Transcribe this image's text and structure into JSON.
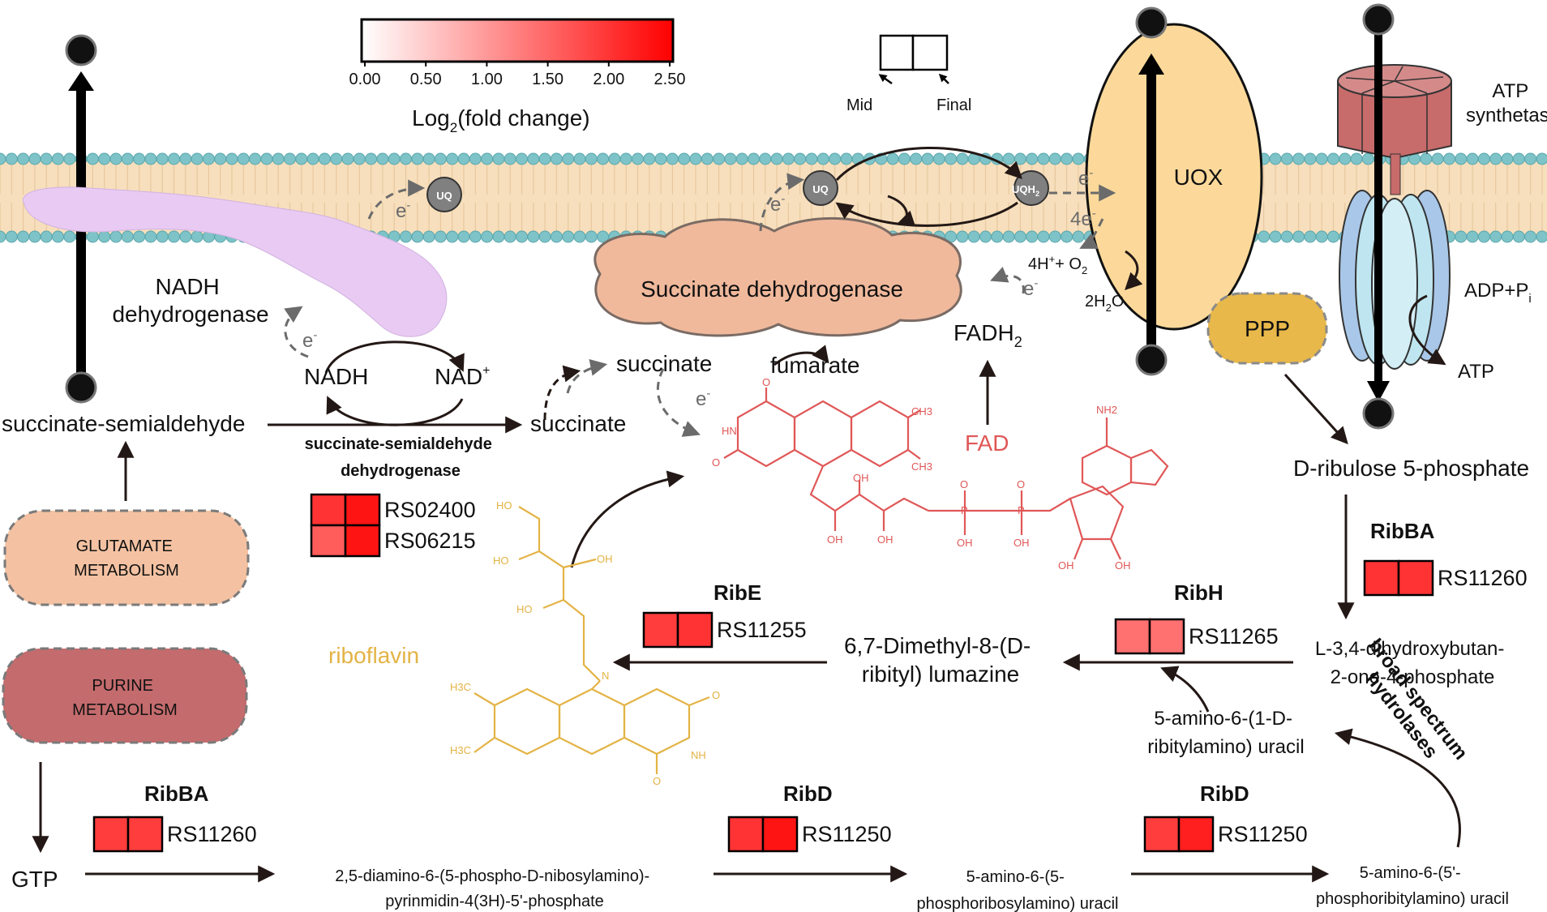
{
  "colorbar": {
    "title_main": "Log",
    "title_sub": "2",
    "title_rest": "(fold change)",
    "ticks": [
      "0.00",
      "0.50",
      "1.00",
      "1.50",
      "2.00",
      "2.50"
    ],
    "color_low": "#ffffff",
    "color_high": "#ff0000"
  },
  "legend_box": {
    "mid_label": "Mid",
    "final_label": "Final"
  },
  "membrane": {
    "head_color": "#7dc3c8",
    "tail_color": "#f7dfbd"
  },
  "proton": {
    "main": "H",
    "sup": "+"
  },
  "electron": {
    "main": "e",
    "sup": "-"
  },
  "electron4": {
    "main": "4e",
    "sup": "-"
  },
  "complexes": {
    "nadh_dh_line1": "NADH",
    "nadh_dh_line2": "dehydrogenase",
    "sdh": "Succinate dehydrogenase",
    "uox": "UOX",
    "atp_synth_line1": "ATP",
    "atp_synth_line2": "synthetase",
    "ppp": "PPP",
    "uq": "UQ",
    "uqh_main": "UQH",
    "uqh_sub": "2"
  },
  "metabolites": {
    "succ_semialdehyde": "succinate-semialdehyde",
    "succinate": "succinate",
    "succinate2": "succinate",
    "fumarate": "fumarate",
    "nadh": "NADH",
    "nad_main": "NAD",
    "nad_sup": "+",
    "fadh_main": "FADH",
    "fadh_sub": "2",
    "fad": "FAD",
    "riboflavin": "riboflavin",
    "h4_a": "4H",
    "h4_sup": "+",
    "h4_b": "+ O",
    "h4_sub": "2",
    "h2o_a": "2H",
    "h2o_sub": "2",
    "h2o_b": "O",
    "adp_main": "ADP+P",
    "adp_sub": "i",
    "atp": "ATP",
    "ribulose": "D-ribulose 5-phosphate",
    "dhbp_line1": "L-3,4-dihydroxybutan-",
    "dhbp_line2": "2-one-4-phosphate",
    "lumazine_line1": "6,7-Dimethyl-8-(D-",
    "lumazine_line2": "ribityl) lumazine",
    "aru_line1": "5-amino-6-(1-D-",
    "aru_line2": "ribitylamino) uracil",
    "gtp": "GTP",
    "dapp_line1": "2,5-diamino-6-(5-phospho-D-nibosylamino)-",
    "dapp_line2": "pyrinmidin-4(3H)-5'-phosphate",
    "apru_line1": "5-amino-6-(5-",
    "apru_line2": "phosphoribosylamino) uracil",
    "aprbu_line1": "5-amino-6-(5'-",
    "aprbu_line2": "phosphoribitylamino) uracil"
  },
  "pathways": {
    "glutamate_line1": "GLUTAMATE",
    "glutamate_line2": "METABOLISM",
    "purine_line1": "PURINE",
    "purine_line2": "METABOLISM",
    "hydrolases_line1": "broad spectrum",
    "hydrolases_line2": "hydrolases"
  },
  "enzymes": {
    "ssadh_line1": "succinate-semialdehyde",
    "ssadh_line2": "dehydrogenase",
    "ribba_top": "RibBA",
    "ribh": "RibH",
    "ribe": "RibE",
    "ribba_bottom": "RibBA",
    "ribd_1": "RibD",
    "ribd_2": "RibD"
  },
  "genes": [
    {
      "id": "RS02400",
      "mid_log2fc": 2.0,
      "final_log2fc": 2.3
    },
    {
      "id": "RS06215",
      "mid_log2fc": 1.6,
      "final_log2fc": 2.3
    },
    {
      "id": "RS11260",
      "mid_log2fc": 2.0,
      "final_log2fc": 2.0
    },
    {
      "id": "RS11265",
      "mid_log2fc": 1.4,
      "final_log2fc": 1.4
    },
    {
      "id": "RS11255",
      "mid_log2fc": 1.9,
      "final_log2fc": 2.0
    },
    {
      "id": "RS11260",
      "mid_log2fc": 1.9,
      "final_log2fc": 1.9
    },
    {
      "id": "RS11250",
      "mid_log2fc": 2.0,
      "final_log2fc": 2.3
    },
    {
      "id": "RS11250",
      "mid_log2fc": 1.9,
      "final_log2fc": 2.2
    }
  ],
  "struct_labels": {
    "fad_nh2": "NH2",
    "fad_ch3a": "CH3",
    "fad_ch3b": "CH3",
    "fad_hn": "HN",
    "fad_o1": "O",
    "fad_o2": "O",
    "fad_oh": "OH",
    "fad_p": "P",
    "fad_o": "O",
    "rib_ho": "HO",
    "rib_oh": "OH",
    "rib_h3c": "H3C",
    "rib_nh": "NH",
    "rib_n": "N",
    "rib_o": "O"
  }
}
